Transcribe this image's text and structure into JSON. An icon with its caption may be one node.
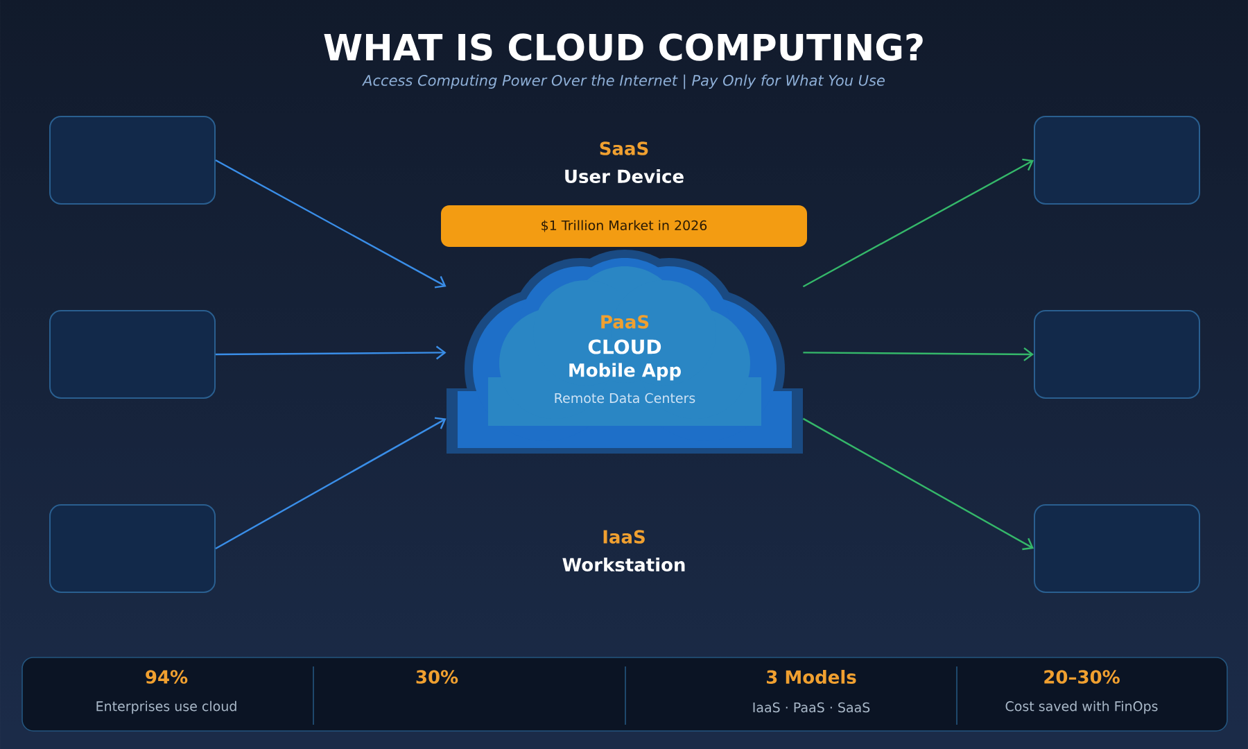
{
  "diagram": {
    "title": "WHAT IS CLOUD COMPUTING?",
    "nodes": [
      {
        "text": [],
        "shape": "box"
      },
      {
        "text": [],
        "shape": "box"
      },
      {
        "text": [
          "$1 Trillion Market in 2026"
        ]
      },
      {
        "text": [],
        "shape": "box"
      },
      {
        "text": [
          "PaaS",
          "CLOUD",
          "Mobile App",
          "Remote Data Centers"
        ]
      },
      {
        "text": [],
        "shape": "box"
      },
      {
        "text": [],
        "shape": "box"
      },
      {
        "text": [],
        "shape": "box"
      },
      {
        "text": [
          "94%",
          "Enterprises use cloud",
          "30%",
          "3 Models",
          "IaaS · PaaS · SaaS",
          "20–30%",
          "Cost saved with FinOps"
        ]
      }
    ],
    "edges": [
      {
        "from": 0,
        "to": 4,
        "arrow": "to",
        "color": "#3a8ee8"
      },
      {
        "from": 3,
        "to": 4,
        "arrow": "to",
        "color": "#3a8ee8"
      },
      {
        "from": 6,
        "to": 4,
        "arrow": "to",
        "color": "#3a8ee8"
      },
      {
        "from": 4,
        "to": 1,
        "arrow": "to",
        "color": "#35b86a"
      },
      {
        "from": 4,
        "to": 5,
        "arrow": "to",
        "color": "#35b86a"
      },
      {
        "from": 4,
        "to": 7,
        "arrow": "to",
        "color": "#35b86a"
      }
    ],
    "labels": [
      "Access Computing Power Over the Internet | Pay Only for What You Use",
      "SaaS",
      "User Device",
      "IaaS",
      "Workstation"
    ]
  }
}
